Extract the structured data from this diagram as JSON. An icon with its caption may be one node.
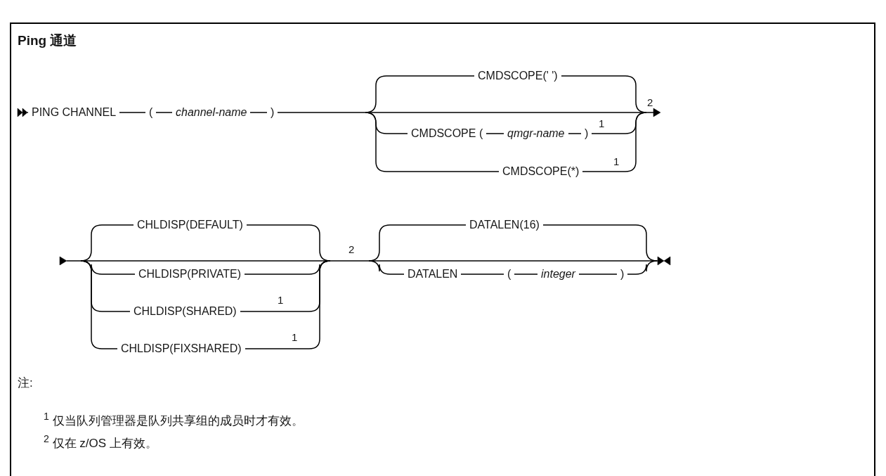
{
  "diagram": {
    "title": "Ping 通道",
    "labels": [
      "PING CHANNEL",
      "(",
      "channel-name",
      ")",
      "CMDSCOPE(' ')",
      "2",
      "CMDSCOPE",
      "(",
      "qmgr-name",
      ")",
      "1",
      "CMDSCOPE(*)",
      "1",
      "CHLDISP(DEFAULT)",
      "2",
      "DATALEN(16)",
      "CHLDISP(PRIVATE)",
      "DATALEN",
      "(",
      "integer",
      ")",
      "CHLDISP(SHARED)",
      "1",
      "CHLDISP(FIXSHARED)",
      "1",
      "注:",
      "$^{1}$ 仅当队列管理器是队列共享组的成员时才有效。",
      "$^{2}$ 仅在 z/OS 上有效。"
    ]
  }
}
